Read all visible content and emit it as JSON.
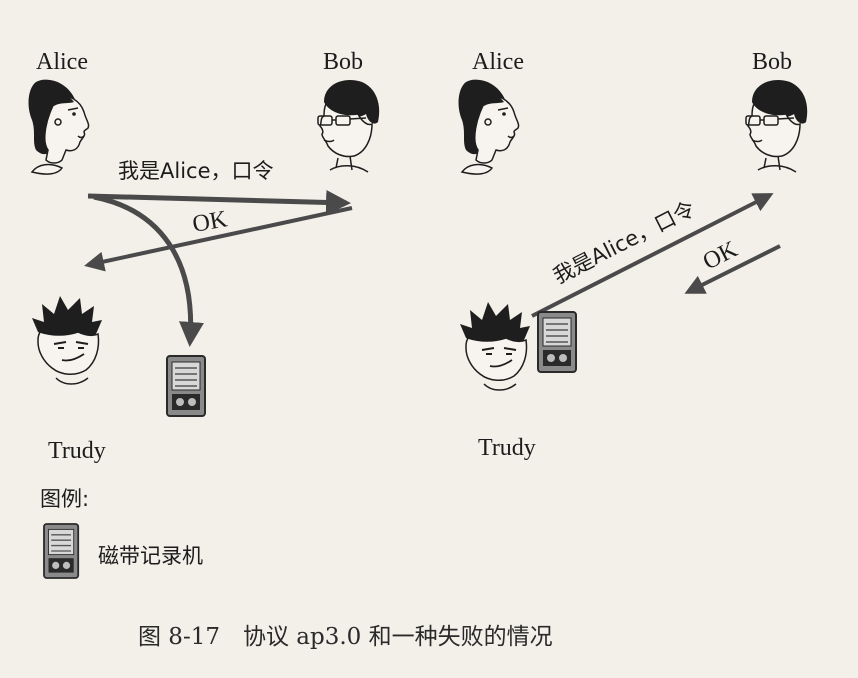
{
  "left_panel": {
    "alice_label": "Alice",
    "bob_label": "Bob",
    "trudy_label": "Trudy",
    "message_text": "我是Alice，口令",
    "reply_text": "OK"
  },
  "right_panel": {
    "alice_label": "Alice",
    "bob_label": "Bob",
    "trudy_label": "Trudy",
    "message_text": "我是Alice，口令",
    "reply_text": "OK"
  },
  "legend": {
    "title": "图例:",
    "tape_recorder_label": "磁带记录机",
    "icon": "tape-recorder-icon"
  },
  "caption": "图 8-17　协议 ap3.0 和一种失败的情况",
  "colors": {
    "arrow": "#4a4a4a",
    "skin": "#f7f4ef",
    "hair": "#1e1e1e",
    "device": "#8a8a8a"
  }
}
